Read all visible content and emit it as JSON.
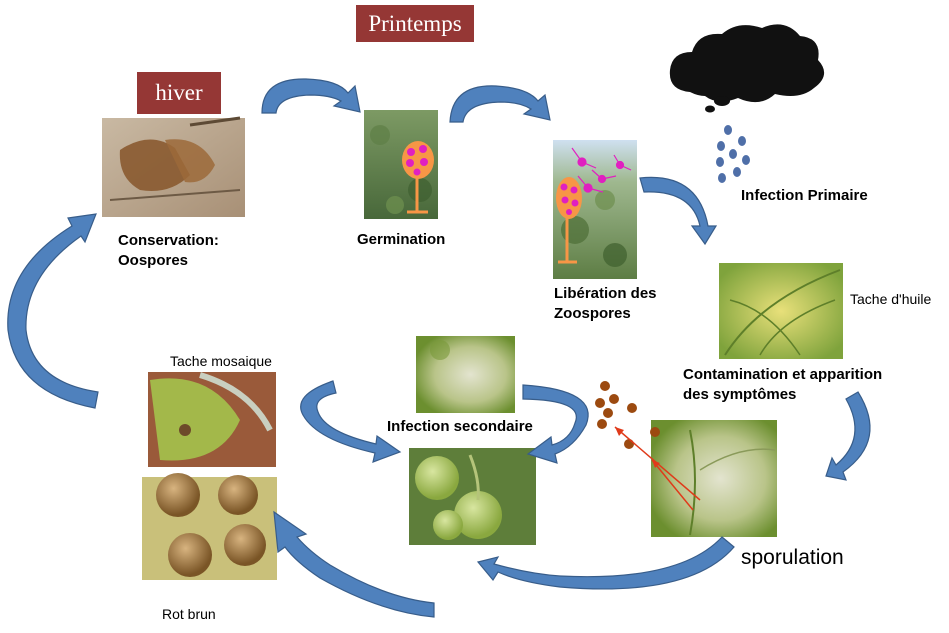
{
  "seasons": {
    "winter": "hiver",
    "spring": "Printemps"
  },
  "stages": {
    "conservation": [
      "Conservation:",
      "Oospores"
    ],
    "germination": "Germination",
    "liberation": [
      "Libération des",
      "Zoospores"
    ],
    "infection_primaire": "Infection Primaire",
    "tache_huile": "Tache d'huile",
    "contamination": [
      "Contamination et apparition",
      "des symptômes"
    ],
    "sporulation": "sporulation",
    "infection_secondaire": "Infection secondaire",
    "tache_mosaique": "Tache mosaique",
    "rot_brun": "Rot brun"
  },
  "colors": {
    "arrow_fill": "#4f81bd",
    "arrow_stroke": "#385d8a",
    "season_bg": "#953735",
    "spore_magenta": "#e020c0",
    "sporangiophore_orange": "#f79646",
    "oospore_brown": "#9c4a10",
    "cloud": "#111111"
  }
}
